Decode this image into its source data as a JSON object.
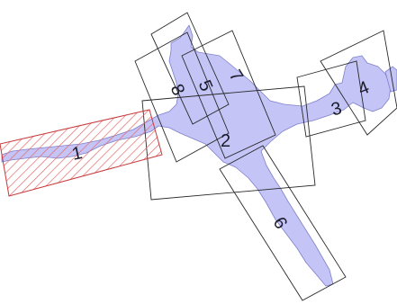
{
  "colors": {
    "cave_fill": "#c4c4f7",
    "cave_edge": "#7f80c9",
    "frame_stroke": "#2a2a2a",
    "hatch_stroke": "#e46a6a",
    "hatch_frame": "#c83a3a",
    "label": "#1b1b2a"
  },
  "tiles": [
    {
      "id": "tile-1",
      "label": "1",
      "highlighted": true
    },
    {
      "id": "tile-2",
      "label": "2",
      "highlighted": false
    },
    {
      "id": "tile-3",
      "label": "3",
      "highlighted": false
    },
    {
      "id": "tile-4",
      "label": "4",
      "highlighted": false
    },
    {
      "id": "tile-5",
      "label": "5",
      "highlighted": false
    },
    {
      "id": "tile-6",
      "label": "6",
      "highlighted": false
    },
    {
      "id": "tile-7",
      "label": "7",
      "highlighted": false
    },
    {
      "id": "tile-8",
      "label": "8",
      "highlighted": false
    }
  ]
}
